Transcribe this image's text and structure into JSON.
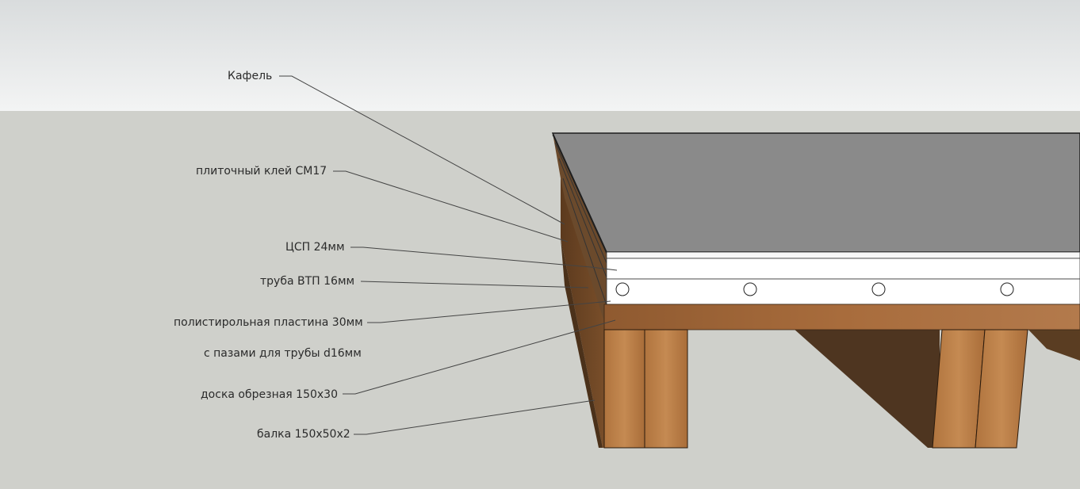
{
  "diagram": {
    "labels": [
      {
        "id": "tile",
        "text": "Кафель"
      },
      {
        "id": "adhesive",
        "text": "плиточный клей СМ17"
      },
      {
        "id": "csp",
        "text": "ЦСП 24мм"
      },
      {
        "id": "pipe",
        "text": "труба ВТП 16мм"
      },
      {
        "id": "polystyrene",
        "text": "полистирольная пластина 30мм"
      },
      {
        "id": "polystyrene_grooves",
        "text": "с пазами для трубы d16мм"
      },
      {
        "id": "board",
        "text": "доска обрезная 150х30"
      },
      {
        "id": "beam",
        "text": "балка 150х50х2"
      }
    ],
    "colors": {
      "sky_top": "#d9dcdd",
      "sky_bottom": "#f2f3f3",
      "ground": "#cfd0cb",
      "tile": "#8a8a8a",
      "layer_white": "#ffffff",
      "wood": "#a5693a",
      "wood_dark": "#5a3d20"
    }
  }
}
